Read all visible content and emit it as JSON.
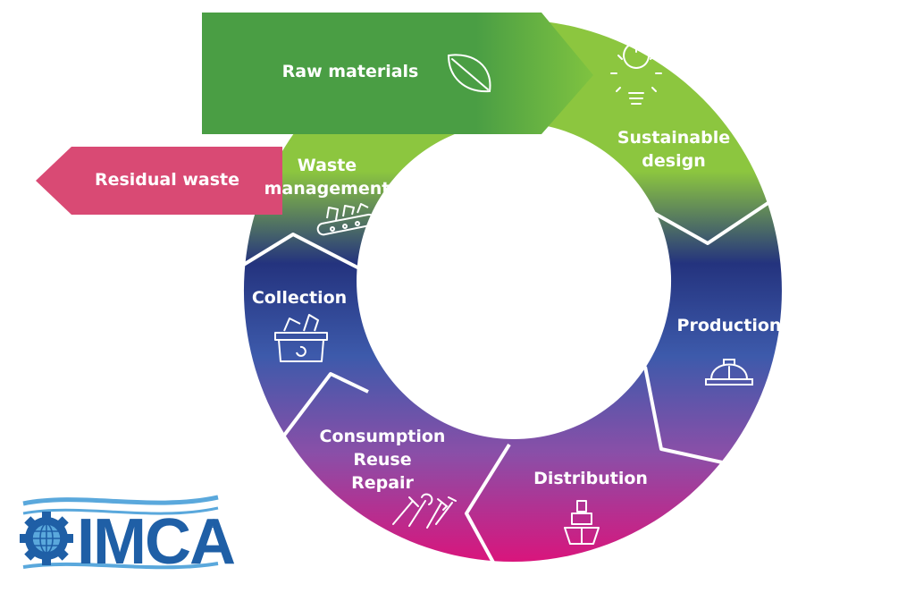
{
  "diagram": {
    "stages": [
      {
        "id": "sustainable-design",
        "lines": [
          "Sustainable",
          "design"
        ],
        "icon": "lightbulb-icon"
      },
      {
        "id": "production",
        "lines": [
          "Production"
        ],
        "icon": "hard-hat-icon"
      },
      {
        "id": "distribution",
        "lines": [
          "Distribution"
        ],
        "icon": "ship-icon"
      },
      {
        "id": "consumption-reuse-repair",
        "lines": [
          "Consumption",
          "Reuse",
          "Repair"
        ],
        "icon": "tools-icon"
      },
      {
        "id": "collection",
        "lines": [
          "Collection"
        ],
        "icon": "recycling-bin-icon"
      },
      {
        "id": "waste-management",
        "lines": [
          "Waste",
          "management"
        ],
        "icon": "conveyor-belt-icon"
      }
    ],
    "input_arrow": {
      "label": "Raw materials",
      "icon": "leaf-icon",
      "color": "#4a9e44"
    },
    "output_arrow": {
      "label": "Residual waste",
      "color": "#d94a74"
    },
    "ring_colors": {
      "green": "#8cc63f",
      "navy": "#24337e",
      "blue": "#3d5aab",
      "purple": "#8a4fa8",
      "magenta": "#d9157c"
    }
  },
  "logo": {
    "text": "IMCA",
    "registered": "®",
    "color": "#1f5fa6"
  }
}
